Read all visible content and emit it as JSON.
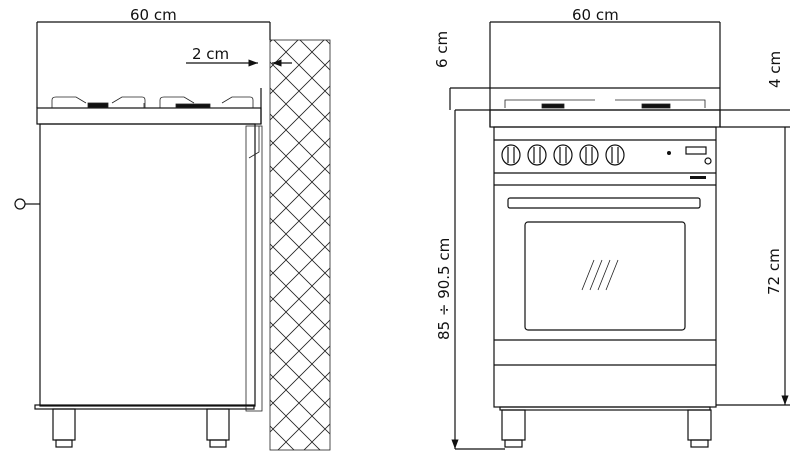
{
  "title": "Cooker dimensions drawing",
  "side_view": {
    "width_label": "60 cm",
    "wall_gap_label": "2 cm"
  },
  "front_view": {
    "width_label": "60 cm",
    "backguard_label": "6 cm",
    "hob_label": "4 cm",
    "total_height_label": "85 ÷ 90.5 cm",
    "body_height_label": "72 cm"
  },
  "colors": {
    "line": "#111111",
    "background": "#ffffff"
  }
}
